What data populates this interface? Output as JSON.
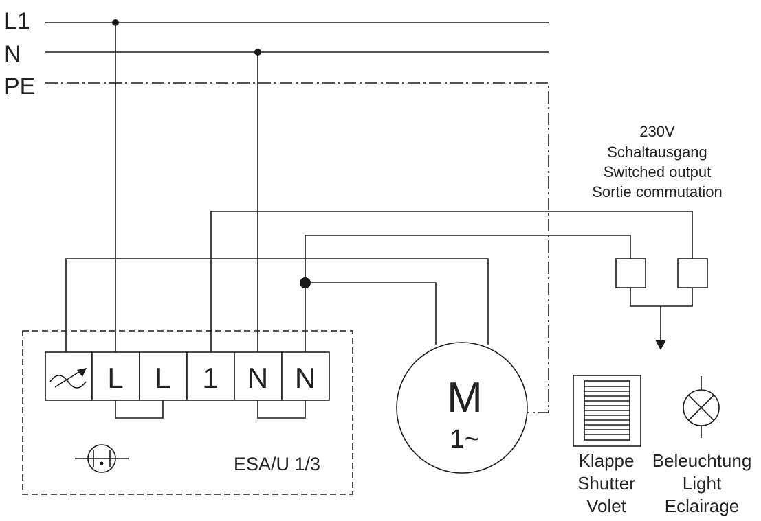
{
  "bus": {
    "l1": "L1",
    "n": "N",
    "pe": "PE"
  },
  "terminals": {
    "regulator_symbol": "regulator-icon",
    "labels": [
      "L",
      "L",
      "1",
      "N",
      "N"
    ]
  },
  "device": {
    "name": "ESA/U 1/3",
    "symbol": "socket-icon"
  },
  "motor": {
    "letter": "M",
    "phase": "1~"
  },
  "switched_output": {
    "lines": [
      "230V",
      "Schaltausgang",
      "Switched output",
      "Sortie commutation"
    ]
  },
  "loads": {
    "shutter": {
      "lines": [
        "Klappe",
        "Shutter",
        "Volet"
      ],
      "symbol": "shutter-icon"
    },
    "light": {
      "lines": [
        "Beleuchtung",
        "Light",
        "Eclairage"
      ],
      "symbol": "lamp-icon"
    }
  }
}
